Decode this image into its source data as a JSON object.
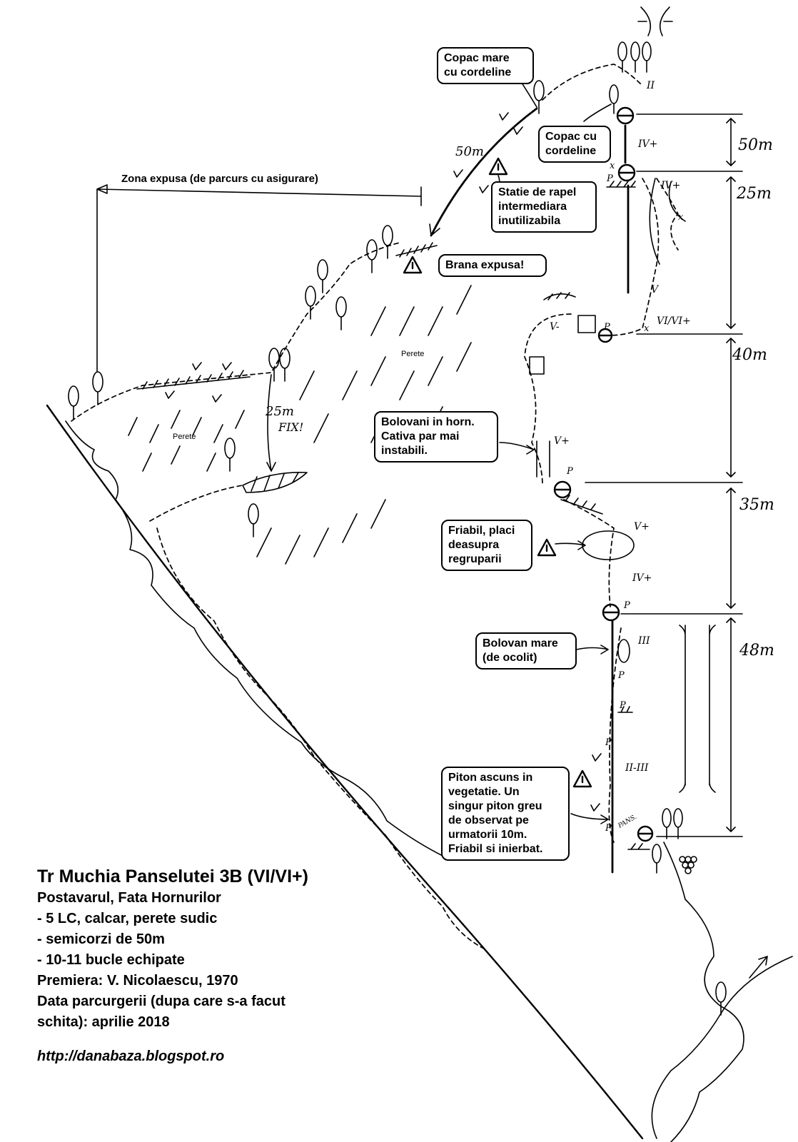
{
  "title": "Tr Muchia Panselutei 3B (VI/VI+)",
  "info_lines": [
    "Postavarul, Fata Hornurilor",
    "- 5 LC, calcar, perete sudic",
    "- semicorzi de 50m",
    "- 10-11 bucle echipate",
    "Premiera: V. Nicolaescu, 1970",
    "Data parcurgerii (dupa care s-a facut",
    "schita): aprilie 2018"
  ],
  "url": "http://danabaza.blogspot.ro",
  "zone_label": "Zona expusa (de parcurs cu asigurare)",
  "wall_labels": [
    "Perete",
    "Perete"
  ],
  "callouts": {
    "big_tree": [
      "Copac mare",
      "cu cordeline"
    ],
    "tree": [
      "Copac cu",
      "cordeline"
    ],
    "rappel": [
      "Statie de rapel",
      "intermediara",
      "inutilizabila"
    ],
    "ledge": [
      "Brana expusa!"
    ],
    "boulders": [
      "Bolovani in horn.",
      "Cativa par mai",
      "instabili."
    ],
    "friable": [
      "Friabil, placi",
      "deasupra",
      "regruparii"
    ],
    "big_boulder": [
      "Bolovan mare",
      "(de ocolit)"
    ],
    "piton": [
      "Piton ascuns in",
      "vegetatie. Un",
      "singur piton greu",
      "de observat pe",
      "urmatorii 10m.",
      "Friabil si inierbat."
    ]
  },
  "pitch_lengths": [
    "50m",
    "25m",
    "40m",
    "35m",
    "48m"
  ],
  "grades": [
    "II",
    "IV+",
    "IV+",
    "V",
    "VI/VI+",
    "V-",
    "V+",
    "V+",
    "IV+",
    "III",
    "II-III"
  ],
  "rappel_lengths": [
    "50m",
    "25m",
    "FIX!"
  ],
  "misc_marks": [
    "P",
    "x",
    "PANS."
  ],
  "colors": {
    "ink": "#000000",
    "paper": "#ffffff"
  }
}
